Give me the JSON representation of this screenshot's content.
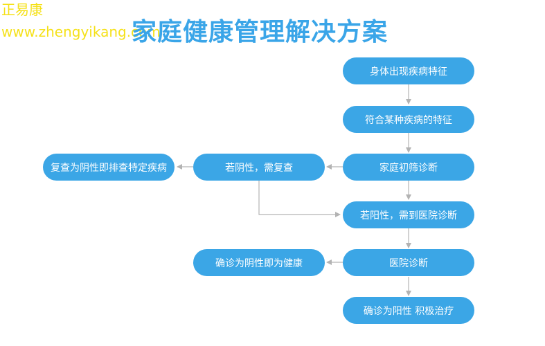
{
  "watermark": {
    "name": "正易康",
    "url": "www.zhengyikang.com"
  },
  "title": "家庭健康管理解决方案",
  "nodes": {
    "symptoms": "身体出现疾病特征",
    "matches_disease": "符合某种疾病的特征",
    "home_screening": "家庭初筛诊断",
    "if_negative": "若阴性，需复查",
    "recheck_negative": "复查为阴性即排查特定疾病",
    "if_positive": "若阳性，需到医院诊断",
    "hospital_diagnosis": "医院诊断",
    "confirmed_negative": "确诊为阴性即为健康",
    "confirmed_positive": "确诊为阳性 积极治疗"
  },
  "colors": {
    "node": "#3ba6e6",
    "title": "#3aa5e8",
    "watermark": "#f5e11a",
    "connector": "#b3b3b3"
  }
}
